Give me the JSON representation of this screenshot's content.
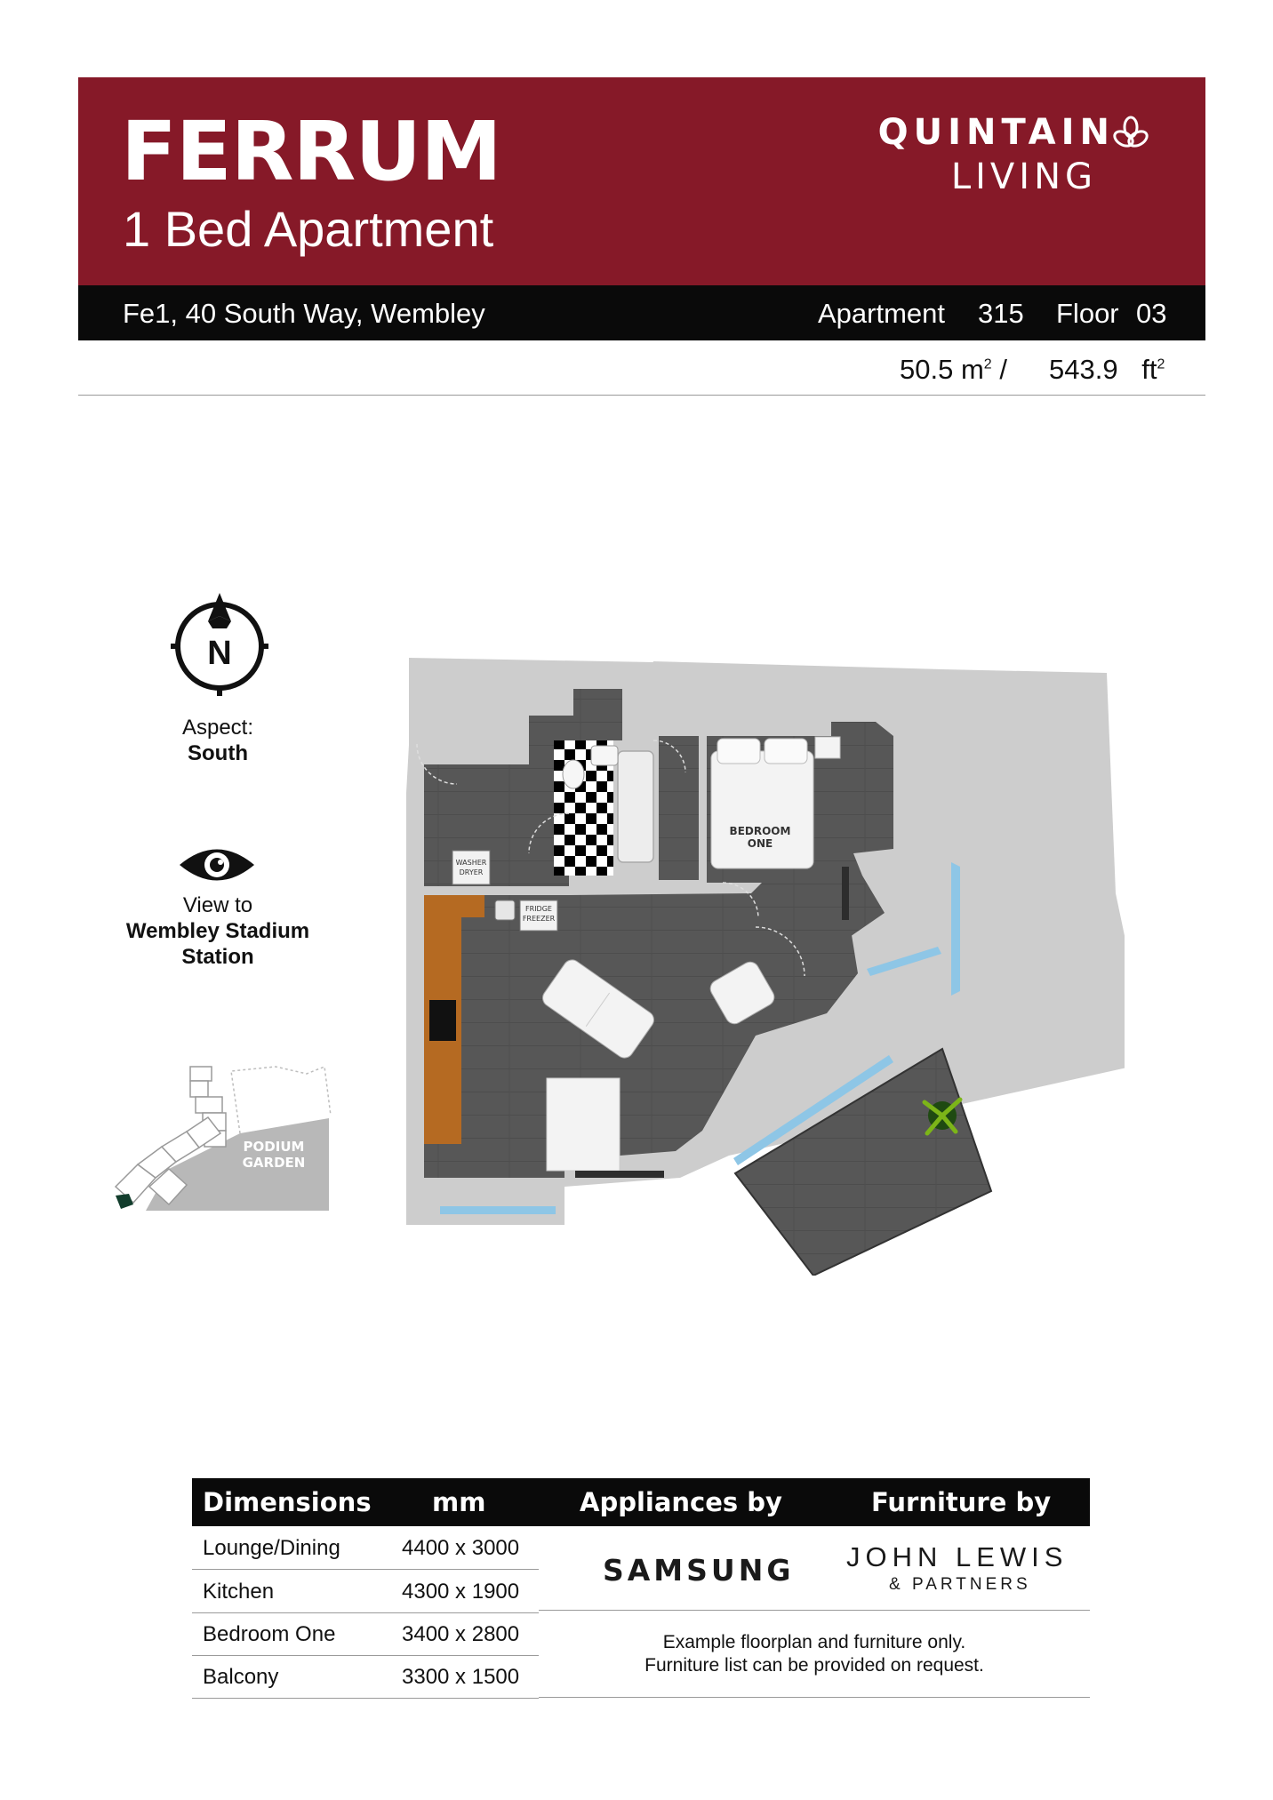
{
  "header": {
    "title": "FERRUM",
    "subtitle": "1 Bed Apartment",
    "logo_line1": "QUINTAIN",
    "logo_line2": "LIVING"
  },
  "info_bar": {
    "address": "Fe1, 40 South Way, Wembley",
    "apartment_label": "Apartment",
    "apartment_number": "315",
    "floor_label": "Floor",
    "floor_number": "03"
  },
  "area": {
    "sqm": "50.5",
    "sqm_unit": "m",
    "separator": "/",
    "sqft": "543.9",
    "sqft_unit": "ft",
    "superscript": "2"
  },
  "orientation": {
    "compass_letter": "N",
    "aspect_label": "Aspect:",
    "aspect_value": "South",
    "view_label": "View to",
    "view_value_line1": "Wembley Stadium",
    "view_value_line2": "Station"
  },
  "keyplan": {
    "label_line1": "PODIUM",
    "label_line2": "GARDEN"
  },
  "floorplan": {
    "labels": {
      "bedroom_line1": "BEDROOM",
      "bedroom_line2": "ONE",
      "washer_line1": "WASHER",
      "washer_line2": "DRYER",
      "fridge_line1": "FRIDGE",
      "fridge_line2": "FREEZER"
    },
    "colors": {
      "wall": "#cdcdcd",
      "floor": "#575757",
      "worktop": "#b56a22",
      "glazing": "#8ec6e6"
    }
  },
  "table": {
    "headers": {
      "dimensions": "Dimensions",
      "mm": "mm",
      "appliances": "Appliances by",
      "furniture": "Furniture by"
    },
    "rows": [
      {
        "name": "Lounge/Dining",
        "value": "4400 x 3000"
      },
      {
        "name": "Kitchen",
        "value": "4300 x 1900"
      },
      {
        "name": "Bedroom One",
        "value": "3400 x 2800"
      },
      {
        "name": "Balcony",
        "value": "3300 x 1500"
      }
    ],
    "appliances_brand": "SAMSUNG",
    "furniture_brand_line1": "JOHN LEWIS",
    "furniture_brand_line2": "& PARTNERS",
    "note_line1": "Example floorplan and furniture only.",
    "note_line2": "Furniture list can be provided on request."
  },
  "colors": {
    "banner": "#861928",
    "bar": "#0a0a0a"
  }
}
